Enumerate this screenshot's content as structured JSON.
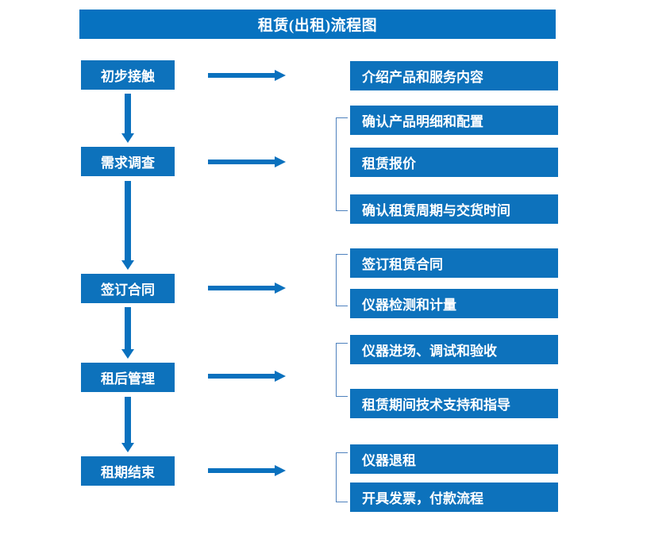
{
  "title": "租赁(出租)流程图",
  "theme": {
    "banner_color": "#0772C0",
    "box_color": "#0D72BC",
    "arrow_color": "#0A71BE",
    "bracket_color": "#4E81BD",
    "text_color": "#FFFFFF",
    "background": "#FFFFFF"
  },
  "stages": [
    {
      "id": "stage-1",
      "label": "初步接触"
    },
    {
      "id": "stage-2",
      "label": "需求调查"
    },
    {
      "id": "stage-3",
      "label": "签订合同"
    },
    {
      "id": "stage-4",
      "label": "租后管理"
    },
    {
      "id": "stage-5",
      "label": "租期结束"
    }
  ],
  "details": [
    {
      "id": "detail-1",
      "label": "介绍产品和服务内容",
      "stage": "stage-1"
    },
    {
      "id": "detail-2",
      "label": "确认产品明细和配置",
      "stage": "stage-2"
    },
    {
      "id": "detail-3",
      "label": "租赁报价",
      "stage": "stage-2"
    },
    {
      "id": "detail-4",
      "label": "确认租赁周期与交货时间",
      "stage": "stage-2"
    },
    {
      "id": "detail-5",
      "label": "签订租赁合同",
      "stage": "stage-3"
    },
    {
      "id": "detail-6",
      "label": "仪器检测和计量",
      "stage": "stage-3"
    },
    {
      "id": "detail-7",
      "label": "仪器进场、调试和验收",
      "stage": "stage-4"
    },
    {
      "id": "detail-8",
      "label": "租赁期间技术支持和指导",
      "stage": "stage-4"
    },
    {
      "id": "detail-9",
      "label": "仪器退租",
      "stage": "stage-5"
    },
    {
      "id": "detail-10",
      "label": "开具发票，付款流程",
      "stage": "stage-5"
    }
  ],
  "connectors": {
    "horizontal_arrow_count": 5,
    "vertical_arrow_count": 4,
    "bracket_count": 4
  }
}
